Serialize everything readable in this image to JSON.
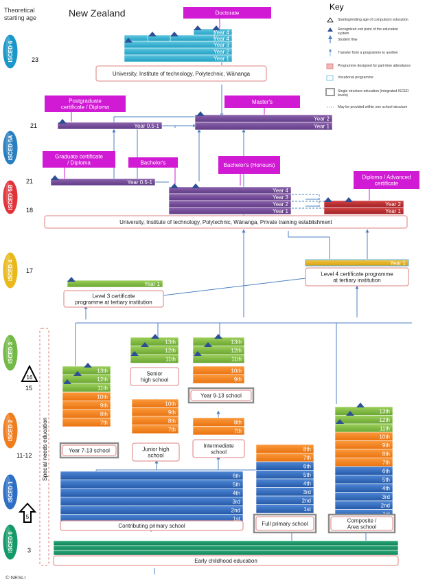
{
  "header": {
    "theoretical_age_label_1": "Theoretical",
    "theoretical_age_label_2": "starting age",
    "country": "New Zealand",
    "copyright": "© NESLI"
  },
  "key": {
    "title": "Key",
    "items": [
      {
        "icon": "triangle-outline-icon",
        "label": "Starting/ending age of compulsory education"
      },
      {
        "icon": "blue-triangle-icon",
        "label": "Recognized exit point of the education system"
      },
      {
        "icon": "arrow-up-icon",
        "label": "Student flow"
      },
      {
        "icon": "arrow-up-thin-icon",
        "label": "Transfer from a programme to another"
      },
      {
        "icon": "pink-box-icon",
        "label": "Programme designed for part-time attendance"
      },
      {
        "icon": "blue-box-icon",
        "label": "Vocational programme"
      },
      {
        "icon": "grey-frame-icon",
        "label": "Single structure education (integrated ISCED levels)"
      },
      {
        "icon": "dotted-line-icon",
        "label": "May be provided within one school structure"
      }
    ]
  },
  "isced": [
    {
      "label": "ISCED 6",
      "color": "#1a97c9"
    },
    {
      "label": "ISCED 5A",
      "color": "#2a7fc0"
    },
    {
      "label": "ISCED 5B",
      "color": "#e0343a"
    },
    {
      "label": "ISCED 4",
      "color": "#e9b91c"
    },
    {
      "label": "ISCED 3",
      "color": "#73b945"
    },
    {
      "label": "ISCED 2",
      "color": "#f07d1e"
    },
    {
      "label": "ISCED 1",
      "color": "#2d6fc4"
    },
    {
      "label": "ISCED 0",
      "color": "#149a68"
    }
  ],
  "ages": [
    "23",
    "21",
    "21",
    "18",
    "17",
    "15",
    "11-12",
    "3"
  ],
  "compulsory": {
    "start": "5",
    "end": "16"
  },
  "special_needs": "Special needs education",
  "programmes": {
    "doctorate": "Doctorate",
    "masters": "Master's",
    "postgrad": "Postgraduate certificate / Diploma",
    "grad": "Graduate certificate / Diploma",
    "bachelors": "Bachelor's",
    "bachelors_honours": "Bachelor's (Honours)",
    "diploma_adv": "Diploma / Advanced certificate"
  },
  "institutions": {
    "univ_top": "University, Institute of technology, Polytechnic, Wānanga",
    "univ_bottom": "University, Institute of technology, Polytechnic, Wānanga, Private training establishment",
    "level3": "Level 3 certificate programme at tertiary institution",
    "level4": "Level 4 certificate programme at tertiary institution",
    "senior_high": "Senior high school",
    "junior_high": "Junior high school",
    "intermediate": "Intermediate school",
    "year_7_13": "Year 7-13 school",
    "year_9_13": "Year 9-13 school",
    "contributing": "Contributing primary school",
    "full_primary": "Full primary school",
    "composite": "Composite / Area school",
    "early_childhood": "Early childhood education"
  },
  "years": {
    "doctorate": [
      "Year 4",
      "Year 4",
      "Year 3",
      "Year 2",
      "Year 1"
    ],
    "masters": [
      "Year 2",
      "Year 1"
    ],
    "postgrad": "Year 0.5-1",
    "grad": "Year 0.5-1",
    "bachelor": [
      "Year 4",
      "Year 3",
      "Year 2",
      "Year 1"
    ],
    "diploma": [
      "Year 2",
      "Year 1"
    ],
    "level3": "Year 1",
    "level4": "Year 1"
  },
  "grades": {
    "senior": [
      "13th",
      "12th",
      "11th"
    ],
    "junior": [
      "10th",
      "9th"
    ],
    "intermediate": [
      "8th",
      "7th"
    ],
    "primary": [
      "6th",
      "5th",
      "4th",
      "3rd",
      "2nd",
      "1st"
    ]
  }
}
